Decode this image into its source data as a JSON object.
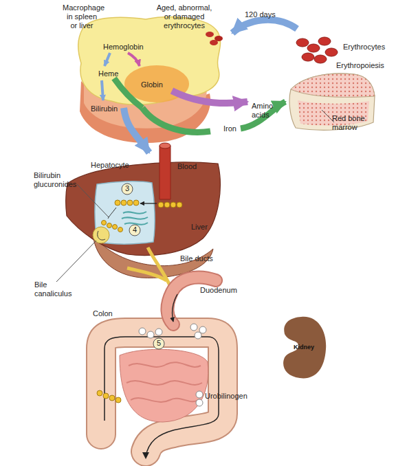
{
  "diagram": {
    "nodes": [
      {
        "text": [
          "Macrophage in spleen or liver",
          "Hemoglobin",
          "Heme",
          "Bilirubin"
        ]
      },
      {
        "text": [
          "Globin"
        ],
        "in": 0
      },
      {
        "text": [
          "Red bone marrow"
        ]
      },
      {
        "text": [
          "Liver"
        ]
      },
      {
        "text": [
          "Hepatocyte"
        ],
        "in": 3
      },
      {
        "text": [
          "Colon"
        ]
      },
      {
        "text": [
          "Kidney"
        ]
      }
    ],
    "edges": [
      {
        "from": 0,
        "to": 2,
        "arrow": "to",
        "label": "Iron"
      },
      {
        "from": 0,
        "to": 3,
        "arrow": "to"
      }
    ],
    "labels": [
      "Aged, abnormal, or damaged erythrocytes",
      "120 days",
      "Erythrocytes",
      "Erythropoiesis",
      "Amino acids",
      "Blood",
      "Bilirubin glucuronides",
      "3",
      "4",
      "Bile ducts",
      "Bile canaliculus",
      "Duodenum",
      "5",
      "Urobilinogen"
    ]
  }
}
